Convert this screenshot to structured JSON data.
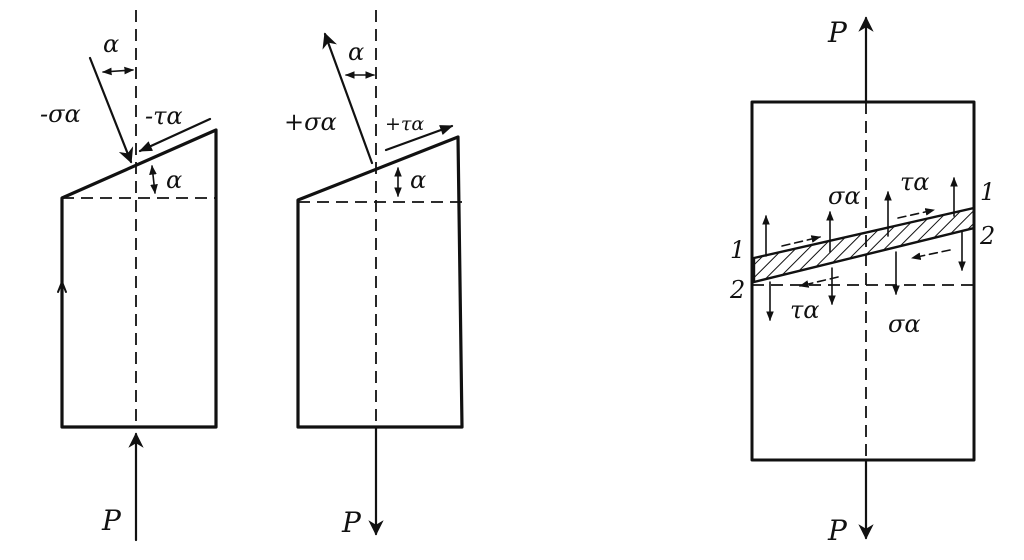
{
  "labels": {
    "alpha": "α",
    "minus_sigma": "-σα",
    "minus_tau": "-τα",
    "plus_sigma": "+σα",
    "plus_tau": "+τα",
    "sigma": "σα",
    "tau": "τα",
    "P": "P",
    "one": "1",
    "two": "2"
  },
  "colors": {
    "ink": "#111111",
    "paper": "#ffffff"
  }
}
